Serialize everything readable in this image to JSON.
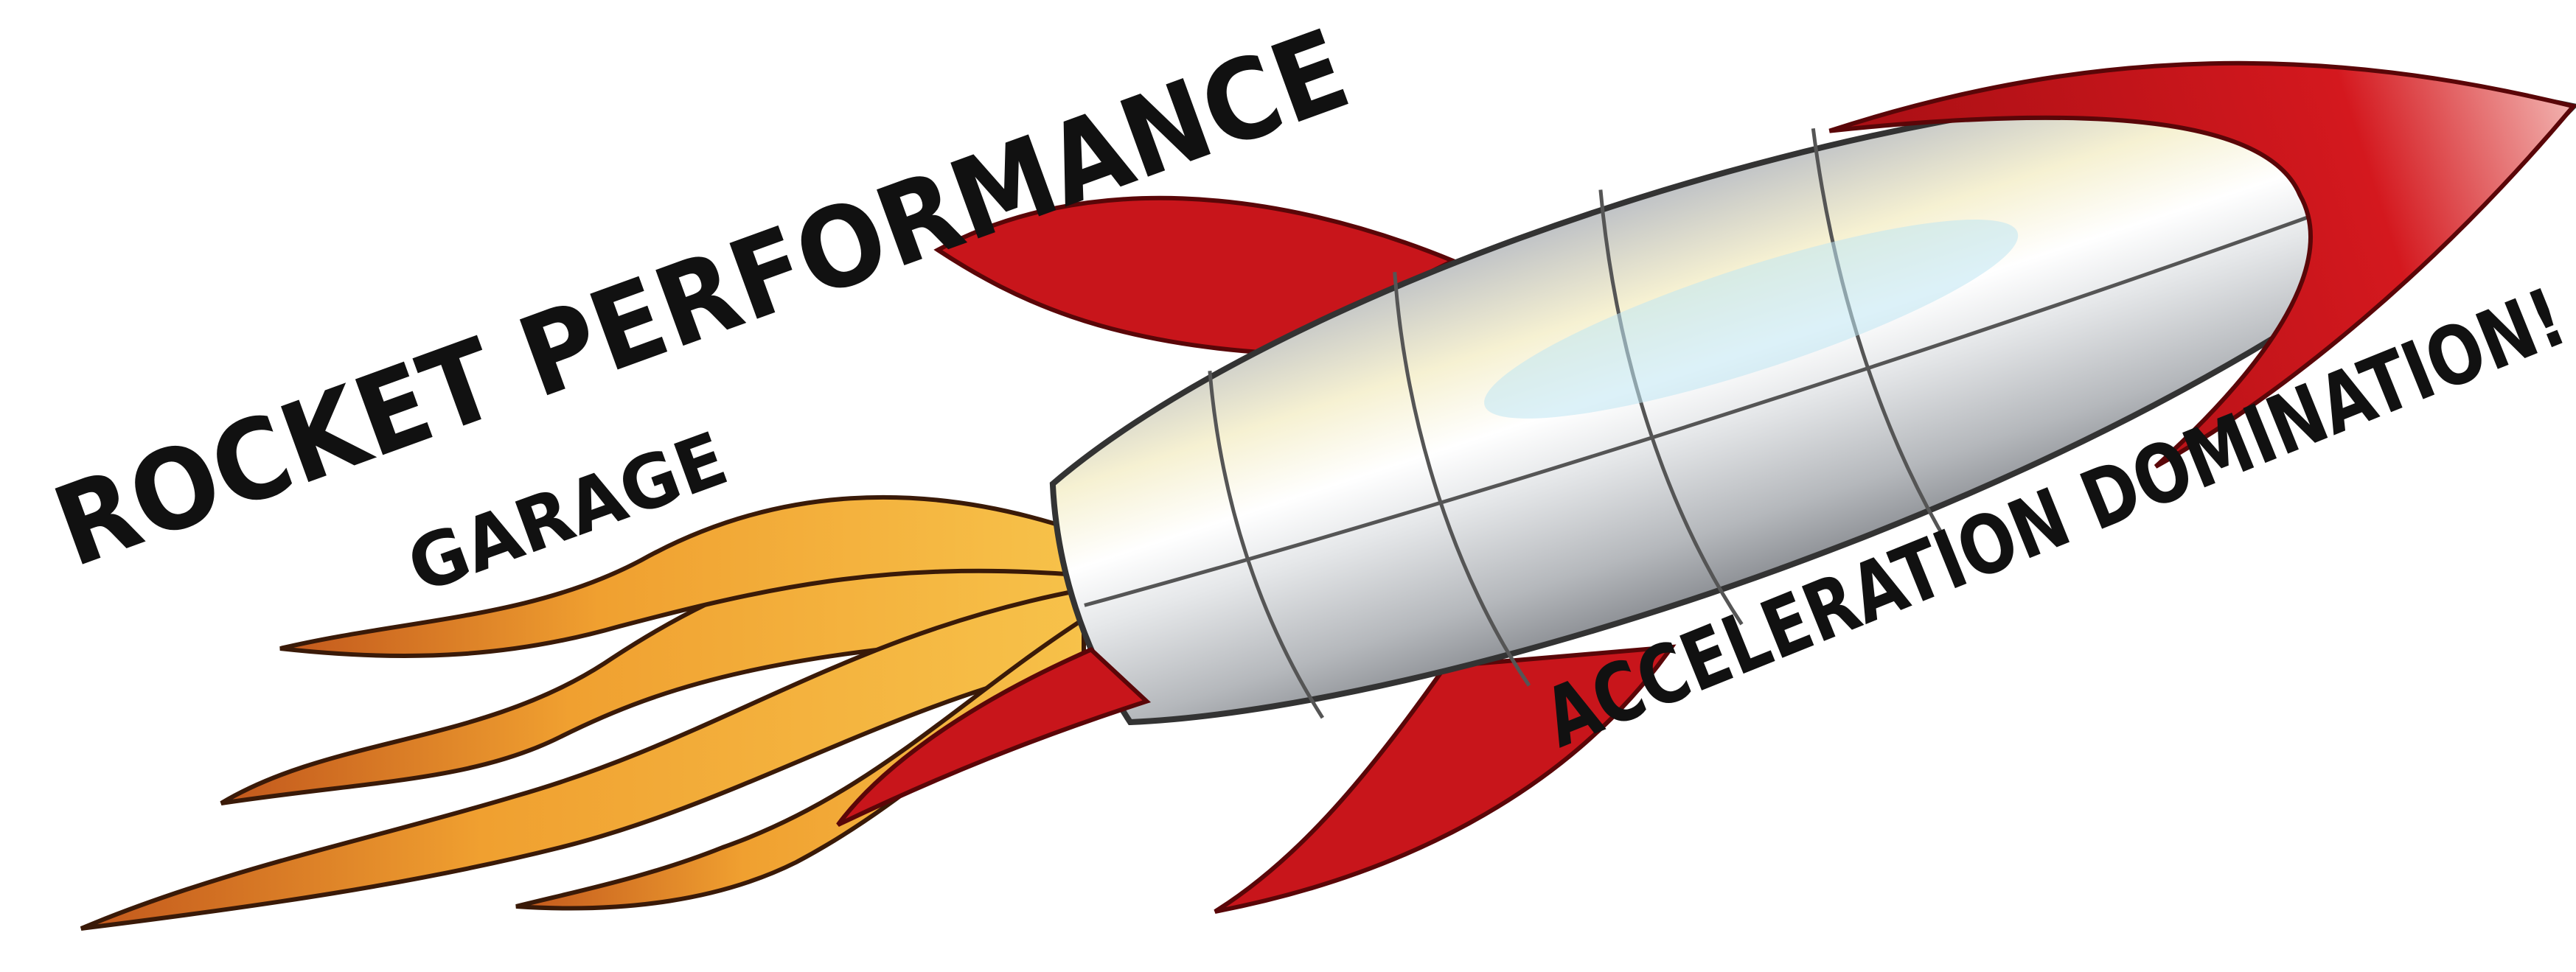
{
  "logo": {
    "title": "ROCKET PERFORMANCE",
    "subtitle": "GARAGE",
    "tagline": "ACCELERATION DOMINATION!"
  },
  "colors": {
    "rocket_red": "#c8151b",
    "rocket_red_dark": "#8e0c10",
    "silver": "#d9dbde",
    "silver_highlight": "#f6f1d2",
    "glint_blue": "#bfe6f2",
    "flame_orange": "#f0a030",
    "flame_dark": "#c2571c",
    "ink": "#111111",
    "background": "#ffffff"
  }
}
